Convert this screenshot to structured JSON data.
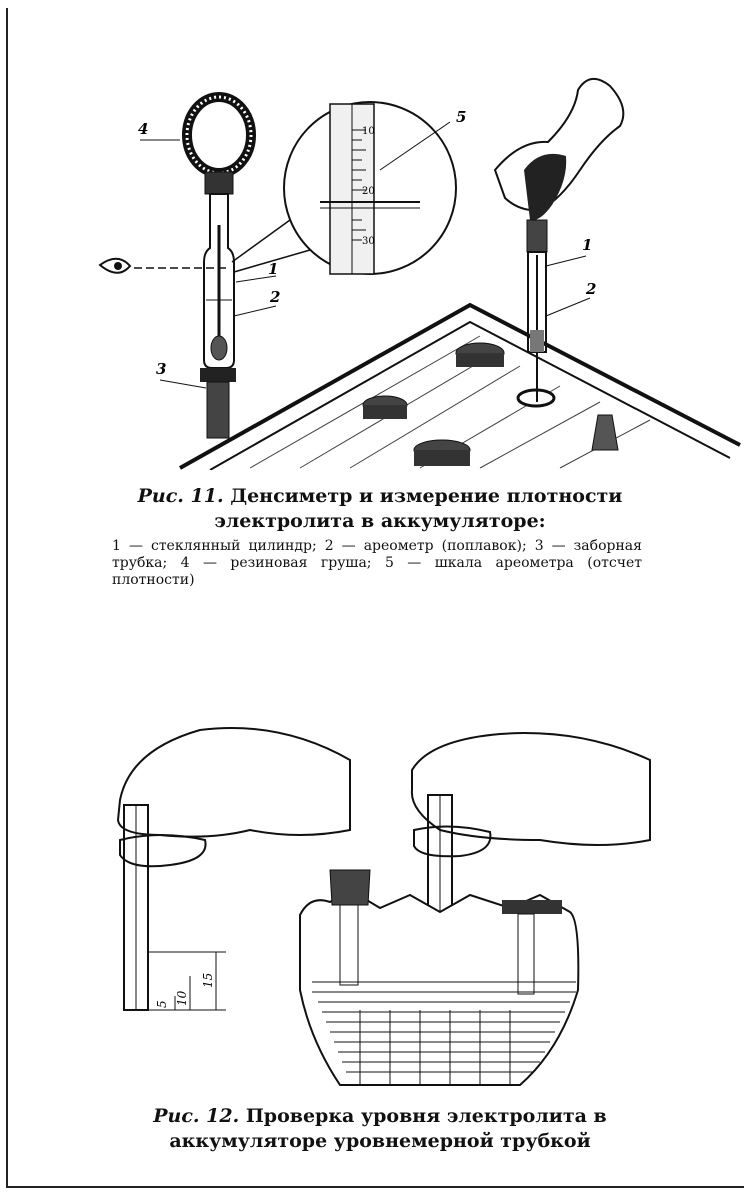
{
  "figure1": {
    "labels": [
      "4",
      "5",
      "1",
      "2",
      "3",
      "1",
      "2"
    ],
    "scale_labels": [
      "10",
      "20",
      "30"
    ],
    "caption_prefix": "Рис. 11.",
    "caption_title": "Денсиметр и измерение плотности электролита в аккумуляторе:",
    "legend": "1 — стеклянный цилиндр; 2 — ареометр (поплавок); 3 — заборная трубка; 4 — резиновая груша; 5 — шкала ареометра (отсчет плотности)"
  },
  "figure2": {
    "dimension_labels": [
      "5",
      "10",
      "15"
    ],
    "caption_prefix": "Рис. 12.",
    "caption_title": "Проверка уровня электролита в аккумуляторе уровнемерной трубкой"
  }
}
